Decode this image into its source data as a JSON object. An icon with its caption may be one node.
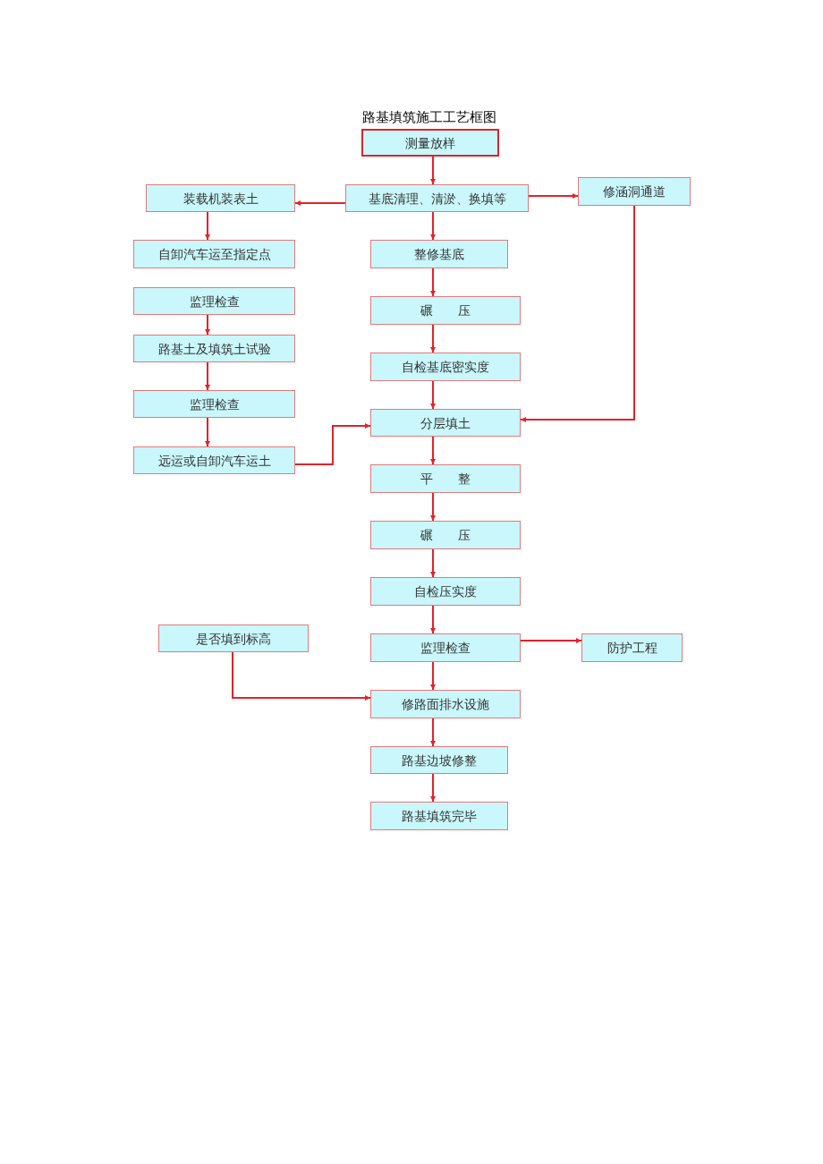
{
  "diagram": {
    "title": "路基填筑施工工艺框图",
    "nodes": [
      {
        "text": [
          "测量放样"
        ]
      },
      {
        "text": [
          "基底清理、清淤、换填等"
        ]
      },
      {
        "text": [
          "装载机装表土"
        ]
      },
      {
        "text": [
          "修涵洞通道"
        ]
      },
      {
        "text": [
          "自卸汽车运至指定点"
        ]
      },
      {
        "text": [
          "整修基底"
        ]
      },
      {
        "text": [
          "监理检查"
        ]
      },
      {
        "text": [
          "碾　　压"
        ]
      },
      {
        "text": [
          "路基土及填筑土试验"
        ]
      },
      {
        "text": [
          "自检基底密实度"
        ]
      },
      {
        "text": [
          "监理检查"
        ]
      },
      {
        "text": [
          "分层填土"
        ]
      },
      {
        "text": [
          "远运或自卸汽车运土"
        ]
      },
      {
        "text": [
          "平　　整"
        ]
      },
      {
        "text": [
          "碾　　压"
        ]
      },
      {
        "text": [
          "自检压实度"
        ]
      },
      {
        "text": [
          "是否填到标高"
        ]
      },
      {
        "text": [
          "监理检查"
        ]
      },
      {
        "text": [
          "防护工程"
        ]
      },
      {
        "text": [
          "修路面排水设施"
        ]
      },
      {
        "text": [
          "路基边坡修整"
        ]
      },
      {
        "text": [
          "路基填筑完毕"
        ]
      }
    ],
    "edges": [
      {
        "from": 0,
        "to": 1,
        "arrow": "to"
      },
      {
        "from": 1,
        "to": 2,
        "arrow": "to"
      },
      {
        "from": 1,
        "to": 3,
        "arrow": "to"
      },
      {
        "from": 2,
        "to": 4,
        "arrow": "to"
      },
      {
        "from": 6,
        "to": 8,
        "arrow": "to"
      },
      {
        "from": 8,
        "to": 10,
        "arrow": "to"
      },
      {
        "from": 10,
        "to": 12,
        "arrow": "to"
      },
      {
        "from": 12,
        "to": 11,
        "arrow": "to"
      },
      {
        "from": 3,
        "to": 11,
        "arrow": "to"
      },
      {
        "from": 1,
        "to": 5,
        "arrow": "to"
      },
      {
        "from": 5,
        "to": 7,
        "arrow": "to"
      },
      {
        "from": 7,
        "to": 9,
        "arrow": "to"
      },
      {
        "from": 9,
        "to": 11,
        "arrow": "to"
      },
      {
        "from": 11,
        "to": 13,
        "arrow": "to"
      },
      {
        "from": 13,
        "to": 14,
        "arrow": "to"
      },
      {
        "from": 14,
        "to": 15,
        "arrow": "to"
      },
      {
        "from": 15,
        "to": 17,
        "arrow": "to"
      },
      {
        "from": 17,
        "to": 18,
        "arrow": "to"
      },
      {
        "from": 16,
        "to": 19,
        "arrow": "to"
      },
      {
        "from": 17,
        "to": 19,
        "arrow": "to"
      },
      {
        "from": 19,
        "to": 20,
        "arrow": "to"
      },
      {
        "from": 20,
        "to": 21,
        "arrow": "to"
      }
    ]
  }
}
